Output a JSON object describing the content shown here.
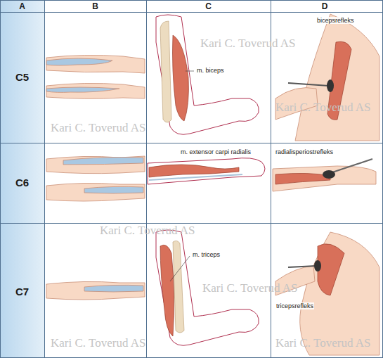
{
  "diagram": {
    "labels": [
      "A",
      "B",
      "C",
      "D",
      "C5",
      "m. biceps",
      "bicepsrefleks",
      "C6",
      "m. extensor carpi radialis",
      "radialisperiostrefleks",
      "C7",
      "m. triceps",
      "tricepsrefleks",
      "Kari C. Toverud AS",
      "Kari C. Toverud AS",
      "Kari C. Toverud AS",
      "Kari C. Toverud AS",
      "Kari C. Toverud AS",
      "Kari C. Toverud AS",
      "Kari C. Toverud AS"
    ]
  }
}
